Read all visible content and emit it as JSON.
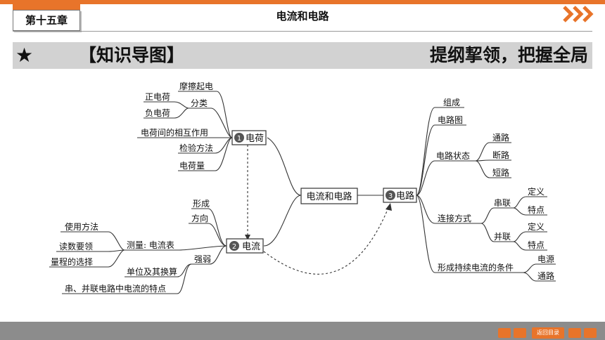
{
  "header": {
    "chapter": "第十五章",
    "title": "电流和电路"
  },
  "banner": {
    "star": "★",
    "left": "【知识导图】",
    "right": "提纲挈领，把握全局"
  },
  "mindmap": {
    "center": "电流和电路",
    "nodes": {
      "charge": {
        "num": "1",
        "label": "电荷"
      },
      "current": {
        "num": "2",
        "label": "电流"
      },
      "circuit": {
        "num": "3",
        "label": "电路"
      }
    },
    "charge_items": [
      "摩擦起电",
      "分类",
      "正电荷",
      "负电荷",
      "电荷间的相互作用",
      "检验方法",
      "电荷量"
    ],
    "current_items": [
      "形成",
      "方向",
      "测量: 电流表",
      "使用方法",
      "读数要领",
      "量程的选择",
      "强弱",
      "单位及其换算",
      "串、并联电路中电流的特点"
    ],
    "circuit_items": [
      "组成",
      "电路图",
      "电路状态",
      "通路",
      "断路",
      "短路",
      "连接方式",
      "串联",
      "定义",
      "特点",
      "并联",
      "定义",
      "特点",
      "形成持续电流的条件",
      "电源",
      "通路"
    ]
  },
  "footer": {
    "back_label": "返回目录"
  },
  "colors": {
    "accent": "#e8742a",
    "banner": "#d2d2d2",
    "footer": "#8c8c8c"
  }
}
